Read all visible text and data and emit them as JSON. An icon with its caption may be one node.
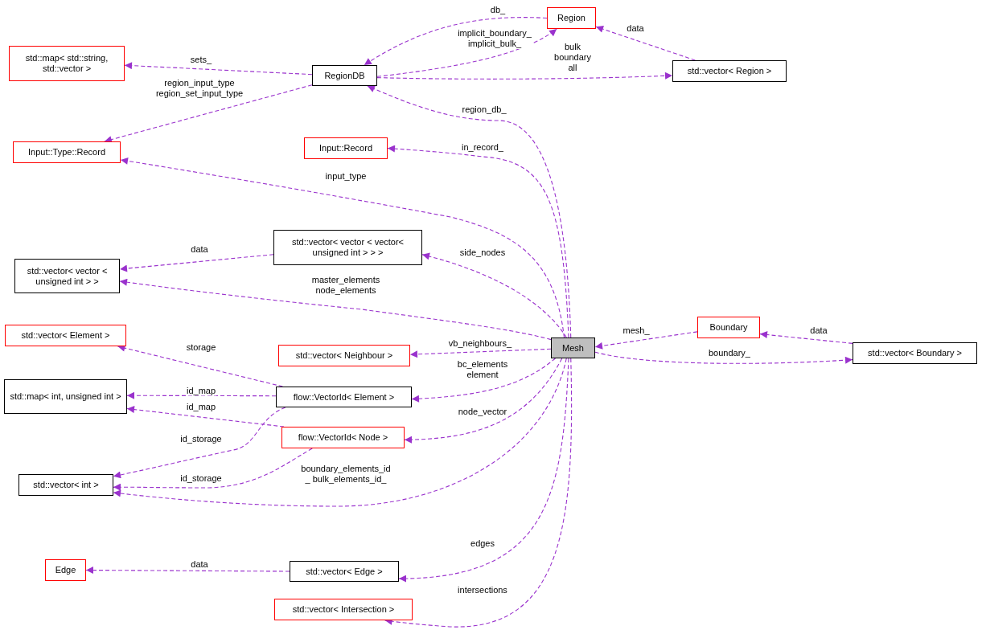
{
  "diagram": {
    "nodes": [
      {
        "text": [
          "Region"
        ]
      },
      {
        "text": [
          "std::map< std::string, std::vector >"
        ]
      },
      {
        "text": [
          "RegionDB"
        ]
      },
      {
        "text": [
          "std::vector< Region >"
        ]
      },
      {
        "text": [
          "Input::Type::Record"
        ]
      },
      {
        "text": [
          "Input::Record"
        ]
      },
      {
        "text": [
          "std::vector< vector < vector< unsigned int > > >"
        ]
      },
      {
        "text": [
          "std::vector< vector < unsigned int > >"
        ]
      },
      {
        "text": [
          "std::vector< Element >"
        ]
      },
      {
        "text": [
          "std::vector< Neighbour >"
        ]
      },
      {
        "text": [
          "Mesh"
        ]
      },
      {
        "text": [
          "Boundary"
        ]
      },
      {
        "text": [
          "std::vector< Boundary >"
        ]
      },
      {
        "text": [
          "std::map< int, unsigned int >"
        ]
      },
      {
        "text": [
          "flow::VectorId< Element >"
        ]
      },
      {
        "text": [
          "flow::VectorId< Node >"
        ]
      },
      {
        "text": [
          "std::vector< int >"
        ]
      },
      {
        "text": [
          "Edge"
        ]
      },
      {
        "text": [
          "std::vector< Edge >"
        ]
      },
      {
        "text": [
          "std::vector< Intersection >"
        ]
      }
    ],
    "edges": [
      {
        "from": 0,
        "to": 2,
        "arrow": "to",
        "label": "db_",
        "style": "dashed"
      },
      {
        "from": 2,
        "to": 0,
        "arrow": "to",
        "label": "implicit_boundary_ implicit_bulk_",
        "style": "dashed"
      },
      {
        "from": 2,
        "to": 1,
        "arrow": "to",
        "label": "sets_",
        "style": "dashed"
      },
      {
        "from": 2,
        "to": 4,
        "arrow": "to",
        "label": "region_input_type region_set_input_type",
        "style": "dashed"
      },
      {
        "from": 2,
        "to": 3,
        "arrow": "to",
        "label": "bulk boundary all",
        "style": "dashed"
      },
      {
        "from": 3,
        "to": 0,
        "arrow": "to",
        "label": "data",
        "style": "dashed"
      },
      {
        "from": 10,
        "to": 2,
        "arrow": "to",
        "label": "region_db_",
        "style": "dashed"
      },
      {
        "from": 10,
        "to": 5,
        "arrow": "to",
        "label": "in_record_",
        "style": "dashed"
      },
      {
        "from": 10,
        "to": 4,
        "arrow": "to",
        "label": "input_type",
        "style": "dashed"
      },
      {
        "from": 6,
        "to": 7,
        "arrow": "to",
        "label": "data",
        "style": "dashed"
      },
      {
        "from": 10,
        "to": 6,
        "arrow": "to",
        "label": "side_nodes",
        "style": "dashed"
      },
      {
        "from": 10,
        "to": 7,
        "arrow": "to",
        "label": "master_elements node_elements",
        "style": "dashed"
      },
      {
        "from": 11,
        "to": 10,
        "arrow": "to",
        "label": "mesh_",
        "style": "dashed"
      },
      {
        "from": 12,
        "to": 11,
        "arrow": "to",
        "label": "data",
        "style": "dashed"
      },
      {
        "from": 10,
        "to": 12,
        "arrow": "to",
        "label": "boundary_",
        "style": "dashed"
      },
      {
        "from": 10,
        "to": 9,
        "arrow": "to",
        "label": "vb_neighbours_",
        "style": "dashed"
      },
      {
        "from": 14,
        "to": 8,
        "arrow": "to",
        "label": "storage",
        "style": "dashed"
      },
      {
        "from": 14,
        "to": 13,
        "arrow": "to",
        "label": "id_map",
        "style": "dashed"
      },
      {
        "from": 15,
        "to": 13,
        "arrow": "to",
        "label": "id_map",
        "style": "dashed"
      },
      {
        "from": 14,
        "to": 16,
        "arrow": "to",
        "label": "id_storage",
        "style": "dashed"
      },
      {
        "from": 15,
        "to": 16,
        "arrow": "to",
        "label": "id_storage",
        "style": "dashed"
      },
      {
        "from": 10,
        "to": 14,
        "arrow": "to",
        "label": "bc_elements element",
        "style": "dashed"
      },
      {
        "from": 10,
        "to": 15,
        "arrow": "to",
        "label": "node_vector",
        "style": "dashed"
      },
      {
        "from": 10,
        "to": 16,
        "arrow": "to",
        "label": "boundary_elements_id _ bulk_elements_id_",
        "style": "dashed"
      },
      {
        "from": 18,
        "to": 17,
        "arrow": "to",
        "label": "data",
        "style": "dashed"
      },
      {
        "from": 10,
        "to": 18,
        "arrow": "to",
        "label": "edges",
        "style": "dashed"
      },
      {
        "from": 10,
        "to": 19,
        "arrow": "to",
        "label": "intersections",
        "style": "dashed"
      }
    ]
  }
}
